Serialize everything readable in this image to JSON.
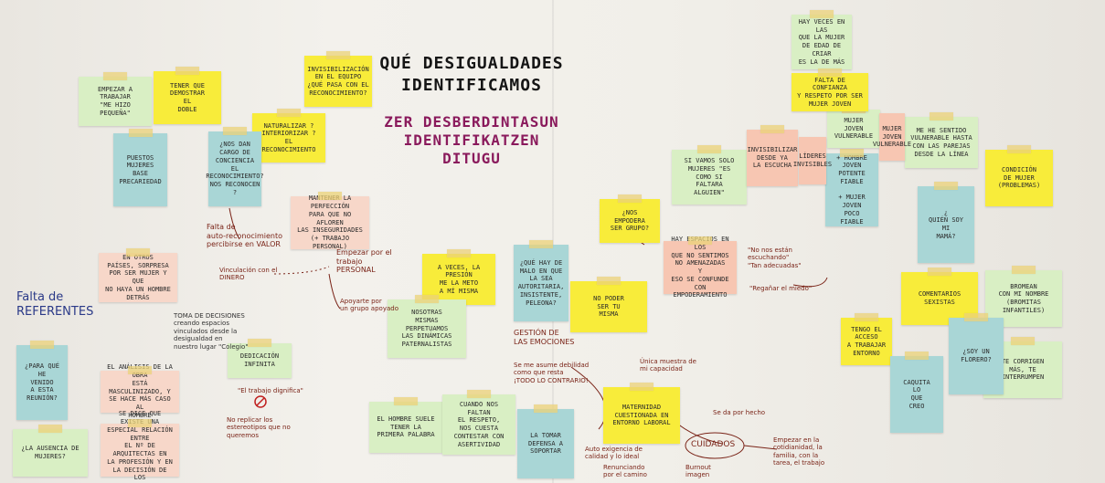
{
  "title": {
    "line1": "QUÉ DESIGUALDADES",
    "line2": "IDENTIFICAMOS",
    "basque1": "ZER DESBERDINTASUN",
    "basque2": "IDENTIFIKATZEN",
    "basque3": "DITUGU"
  },
  "notes": [
    {
      "id": "n1",
      "color": "g",
      "text": "EMPEZAR A\nTRABAJAR\n\"ME HIZO\nPEQUEÑA\""
    },
    {
      "id": "n2",
      "color": "y",
      "text": "TENER QUE\nDEMOSTRAR\nEL\nDOBLE"
    },
    {
      "id": "n3",
      "color": "y",
      "text": "INVISIBILIZACIÓN\nEN EL EQUIPO\n¿QUÉ PASA CON EL\nRECONOCIMIENTO?"
    },
    {
      "id": "n4",
      "color": "y",
      "text": "NATURALIZAR ?\nINTERIORIZAR ?\nEL RECONOCIMIENTO"
    },
    {
      "id": "n5",
      "color": "b",
      "text": "PUESTOS\nMUJERES\nBASE\nPRECARIEDAD"
    },
    {
      "id": "n6",
      "color": "b",
      "text": "¿NOS DAN\nCARGO DE\nCONCIENCIA\nEL RECONOCIMIENTO?\nNOS RECONOCEN\n?"
    },
    {
      "id": "n7",
      "color": "bl",
      "text": "MANTENER LA\nPERFECCIÓN\nPARA QUE NO AFLOREN\nLAS INSEGURIDADES\n(+ TRABAJO PERSONAL)"
    },
    {
      "id": "n8",
      "color": "bl",
      "text": "EN OTROS\nPAÍSES, SORPRESA\nPOR SER MUJER Y QUE\nNO HAYA UN HOMBRE\nDETRÁS"
    },
    {
      "id": "n9",
      "color": "y",
      "text": "A VECES, LA PRESIÓN\nME LA METO\nA MÍ MISMA"
    },
    {
      "id": "n10",
      "color": "g",
      "text": "NOSOTRAS\nMISMAS PERPETUAMOS\nLAS DINÁMICAS\nPATERNALISTAS"
    },
    {
      "id": "n11",
      "color": "b",
      "text": "¿QUÉ HAY DE\nMALO EN QUE\nLA SEA\nAUTORITARIA,\nINSISTENTE,\nPELEONA?"
    },
    {
      "id": "n12",
      "color": "y",
      "text": "NO PODER\nSER TU\nMISMA"
    },
    {
      "id": "n13",
      "color": "y",
      "text": "¿NOS\nEMPODERA\nSER GRUPO?"
    },
    {
      "id": "n14",
      "color": "g",
      "text": "SI VAMOS SOLO\nMUJERES \"ES\nCOMO SI\nFALTARA\nALGUIEN\""
    },
    {
      "id": "n15",
      "color": "p",
      "text": "HAY ESPACIOS EN LOS\nQUE NO SENTIMOS\nNO AMENAZADAS\nY\nESO SE CONFUNDE\nCON EMPODERAMIENTO"
    },
    {
      "id": "n16",
      "color": "p",
      "text": "INVISIBILIZAR\nDESDE YA\nLA ESCUCHA"
    },
    {
      "id": "n17",
      "color": "b",
      "text": "+ HOMBRE JOVEN\nPOTENTE\nFIABLE\n\n+ MUJER JOVEN\nPOCO FIABLE"
    },
    {
      "id": "n18",
      "color": "g",
      "text": "MUJER JOVEN\nVULNERABLE"
    },
    {
      "id": "n19",
      "color": "g",
      "text": "HAY VECES EN LAS\nQUE LA MUJER\nDE EDAD DE CRIAR\nES LA DE MÁS"
    },
    {
      "id": "n20",
      "color": "y",
      "text": "FALTA DE CONFIANZA\nY RESPETO POR SER\nMUJER JOVEN"
    },
    {
      "id": "n21",
      "color": "g",
      "text": "ME HE SENTIDO\nVULNERABLE HASTA\nCON LAS PAREJAS\nDESDE LA LÍNEA"
    },
    {
      "id": "n22",
      "color": "y",
      "text": "CONDICIÓN\nDE MUJER\n(PROBLEMAS)"
    },
    {
      "id": "n23",
      "color": "b",
      "text": "¿\nQUIÉN SOY\nMI\nMAMÁ?"
    },
    {
      "id": "n24",
      "color": "y",
      "text": "COMENTARIOS\nSEXISTAS"
    },
    {
      "id": "n25",
      "color": "g",
      "text": "BROMEAN\nCON MI NOMBRE\n(BROMITAS\nINFANTILES)"
    },
    {
      "id": "n26",
      "color": "y",
      "text": "TENGO EL\nACCESO\nA TRABAJAR\nENTORNO"
    },
    {
      "id": "n27",
      "color": "g",
      "text": "TE CORRIGEN\nMÁS, TE\nINTERRUMPEN"
    },
    {
      "id": "n28",
      "color": "b",
      "text": "¿SOY UN FLORERO?"
    },
    {
      "id": "n29",
      "color": "b",
      "text": "CAQUITA\nLO\nQUE\nCREO"
    },
    {
      "id": "n30",
      "color": "b",
      "text": "¿PARA QUÉ\nHE\nVENIDO\nA ESTA\nREUNIÓN?"
    },
    {
      "id": "n31",
      "color": "g",
      "text": "DEDICACIÓN\nINFINITA"
    },
    {
      "id": "n32",
      "color": "bl",
      "text": "EL ANÁLISIS DE LA OBRA\nESTÁ MASCULINIZADO, Y\nSE HACE MÁS CASO AL\nHOMBRE"
    },
    {
      "id": "n33",
      "color": "bl",
      "text": "SE DICE QUE EXISTE UNA\nESPECIAL RELACIÓN ENTRE\nEL Nº DE ARQUITECTAS EN\nLA PROFESIÓN Y EN\nLA DECISIÓN DE LOS\nPROFESIONALES"
    },
    {
      "id": "n34",
      "color": "g",
      "text": "EL HOMBRE SUELE\nTENER LA\nPRIMERA PALABRA"
    },
    {
      "id": "n35",
      "color": "g",
      "text": "CUANDO NOS FALTAN\nEL RESPETO,\nNOS CUESTA\nCONTESTAR CON\nASERTIVIDAD"
    },
    {
      "id": "n36",
      "color": "b",
      "text": "LA TOMAR\nDEFENSA A\nSOPORTAR"
    },
    {
      "id": "n37",
      "color": "y",
      "text": "MATERNIDAD\nCUESTIONADA EN\nENTORNO LABORAL"
    },
    {
      "id": "n38",
      "color": "g",
      "text": "¿LA AUSENCIA DE\nMUJERES?"
    },
    {
      "id": "n39",
      "color": "p",
      "text": "LÍDERES\nINVISIBLES"
    },
    {
      "id": "n40",
      "color": "p",
      "text": "MUJER JOVEN\nVULNERABLE"
    }
  ],
  "handwriting": [
    {
      "id": "h1",
      "text": "Falta de\nREFERENTES"
    },
    {
      "id": "h2",
      "text": "Falta de\nauto-reconocimiento\npercibirse en VALOR"
    },
    {
      "id": "h3",
      "text": "Vinculación con el\nDINERO"
    },
    {
      "id": "h4",
      "text": "Empezar por el\ntrabajo\nPERSONAL"
    },
    {
      "id": "h5",
      "text": "Apoyarte por\nun grupo apoyado"
    },
    {
      "id": "h6",
      "text": "GESTIÓN DE\nLAS EMOCIONES"
    },
    {
      "id": "h7",
      "text": "Se me asume debilidad\ncomo que resta\n¡TODO LO CONTRARIO!"
    },
    {
      "id": "h8",
      "text": "CUIDADOS"
    },
    {
      "id": "h9",
      "text": "Empezar en la\ncotidianidad, la\nfamilia, con la\ntarea, el trabajo"
    },
    {
      "id": "h10",
      "text": "\"El trabajo dignifica\""
    },
    {
      "id": "h11",
      "text": "No replicar los\nestereotipos que no\nqueremos"
    },
    {
      "id": "h12",
      "text": "\"No nos están\nescuchando\"\n\"Tan adecuadas\""
    },
    {
      "id": "h13",
      "text": "Única muestra de\nmi capacidad"
    },
    {
      "id": "h14",
      "text": "Se da por hecho"
    },
    {
      "id": "h15",
      "text": "Auto exigencia de\ncalidad y lo ideal"
    },
    {
      "id": "h16",
      "text": "Renunciando\npor el camino"
    },
    {
      "id": "h17",
      "text": "Burnout\nimagen"
    },
    {
      "id": "h18",
      "text": "\"Regañar el miedo\""
    },
    {
      "id": "h19",
      "text": "TOMA DE DECISIONES\ncreando espacios\nvinculados desde la\ndesigualdad en\nnuestro lugar \"Colegio\""
    }
  ]
}
